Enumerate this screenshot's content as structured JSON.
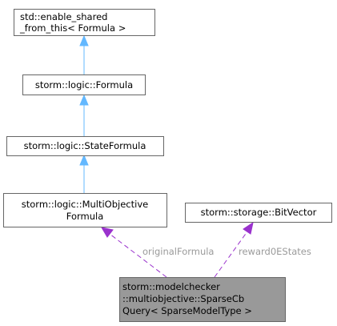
{
  "nodes": {
    "enable_shared": {
      "line1": "std::enable_shared",
      "line2": "_from_this< Formula >"
    },
    "formula": {
      "line1": "storm::logic::Formula"
    },
    "state_formula": {
      "line1": "storm::logic::StateFormula"
    },
    "multi_objective_formula": {
      "line1": "storm::logic::MultiObjective",
      "line2": "Formula"
    },
    "bitvector": {
      "line1": "storm::storage::BitVector"
    },
    "sparse_cb_query": {
      "line1": "storm::modelchecker",
      "line2": "::multiobjective::SparseCb",
      "line3": "Query< SparseModelType >"
    }
  },
  "edges": {
    "original_formula": "originalFormula",
    "reward0_e_states": "reward0EStates"
  },
  "colors": {
    "inheritance": "#63b8ff",
    "usage": "#9a32cd",
    "highlight_fill": "#999999",
    "label": "#9a9a9a"
  }
}
